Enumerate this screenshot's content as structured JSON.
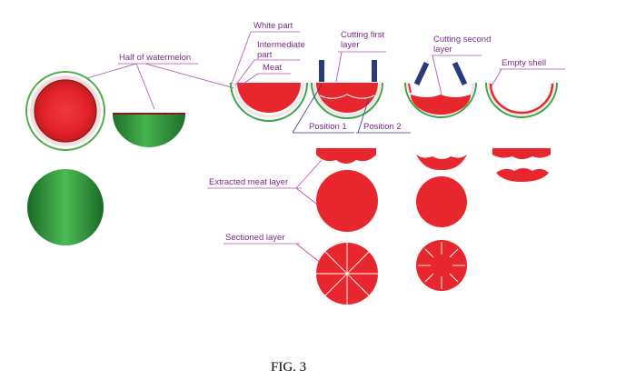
{
  "labels": {
    "half_of_watermelon": "Half  of  watermelon",
    "white_part": "White  part",
    "intermediate_part_line1": "Intermediate",
    "intermediate_part_line2": "part",
    "meat": "Meat",
    "cutting_first_line1": "Cutting  first",
    "cutting_first_line2": "layer",
    "cutting_second_line1": "Cutting  second",
    "cutting_second_line2": "layer",
    "empty_shell": "Empty  shell",
    "position_1": "Position  1",
    "position_2": "Position  2",
    "extracted_meat_layer": "Extracted  meat  layer",
    "sectioned_layer": "Sectioned  layer"
  },
  "caption": "FIG. 3",
  "colors": {
    "meat": "#e8262d",
    "rind_green": "#2e9a3c",
    "white_part": "#f2e6e6",
    "leader": "#b04fb0",
    "blade": "#2b3a7a"
  }
}
